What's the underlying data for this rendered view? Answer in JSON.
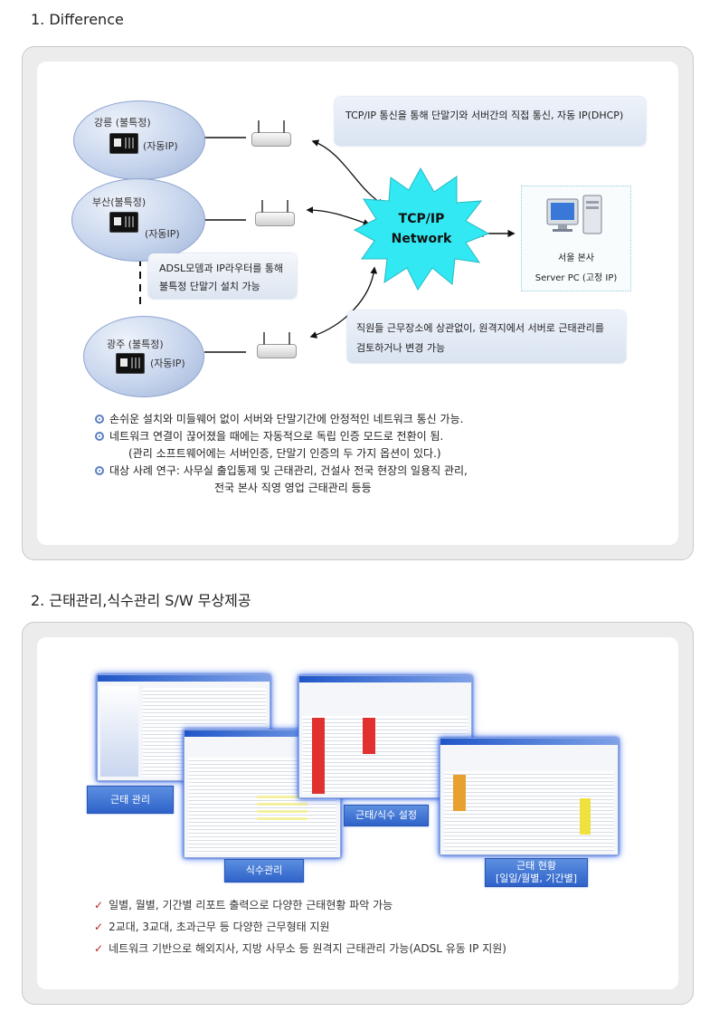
{
  "section1": {
    "title": "1. Difference",
    "sites": [
      {
        "name": "강릉 (불특정)",
        "ip": "(자동IP)"
      },
      {
        "name": "부산(불특정)",
        "ip": "(자동IP)"
      },
      {
        "name": "광주 (불특정)",
        "ip": "(자동IP)"
      }
    ],
    "network_label_line1": "TCP/IP",
    "network_label_line2": "Network",
    "server_line1": "서울 본사",
    "server_line2": "Server PC (고정 IP)",
    "note_top": "TCP/IP 통신을 통해 단말기와 서버간의 직접 통신,  자동 IP(DHCP)",
    "note_adsl_line1": "ADSL모뎀과 IP라우터를 통해",
    "note_adsl_line2": "불특정 단말기 설치 가능",
    "note_remote_line1": "직원들 근무장소에 상관없이, 원격지에서 서버로 근태관리를",
    "note_remote_line2": "검토하거나 변경 가능",
    "bullets": [
      "손쉬운 설치와  미들웨어  없이 서버와 단말기간에  안정적인 네트워크 통신 가능.",
      "네트워크 연결이 끊어졌을 때에는 자동적으로 독립 인증 모드로 전환이 됨.",
      "(관리 소프트웨어에는 서버인증,  단말기 인증의 두 가지 옵션이 있다.)",
      "대상 사례 연구: 사무실 출입통제 및 근태관리, 건설사 전국 현장의 일용직 관리,",
      "전국 본사 직영 영업 근태관리 등등"
    ]
  },
  "section2": {
    "title": "2. 근태관리,식수관리 S/W 무상제공",
    "labels": {
      "attendance": "근태 관리",
      "meal": "식수관리",
      "setup": "근태/식수 설정",
      "status_line1": "근태 현황",
      "status_line2": "[일일/월별, 기간별]"
    },
    "checks": [
      "일별, 월별, 기간별 리포트 출력으로 다양한 근태현황 파악 가능",
      "2교대, 3교대, 초과근무 등 다양한 근무형태 지원",
      "네트워크 기반으로 해외지사, 지방 사무소 등 원격지 근태관리 가능(ADSL 유동 IP 지원)"
    ]
  },
  "colors": {
    "starburst": "#32e8f2",
    "bullet_circle": "#5a7fc1",
    "label_blue": "#2f63c9",
    "check_red": "#b22222"
  }
}
